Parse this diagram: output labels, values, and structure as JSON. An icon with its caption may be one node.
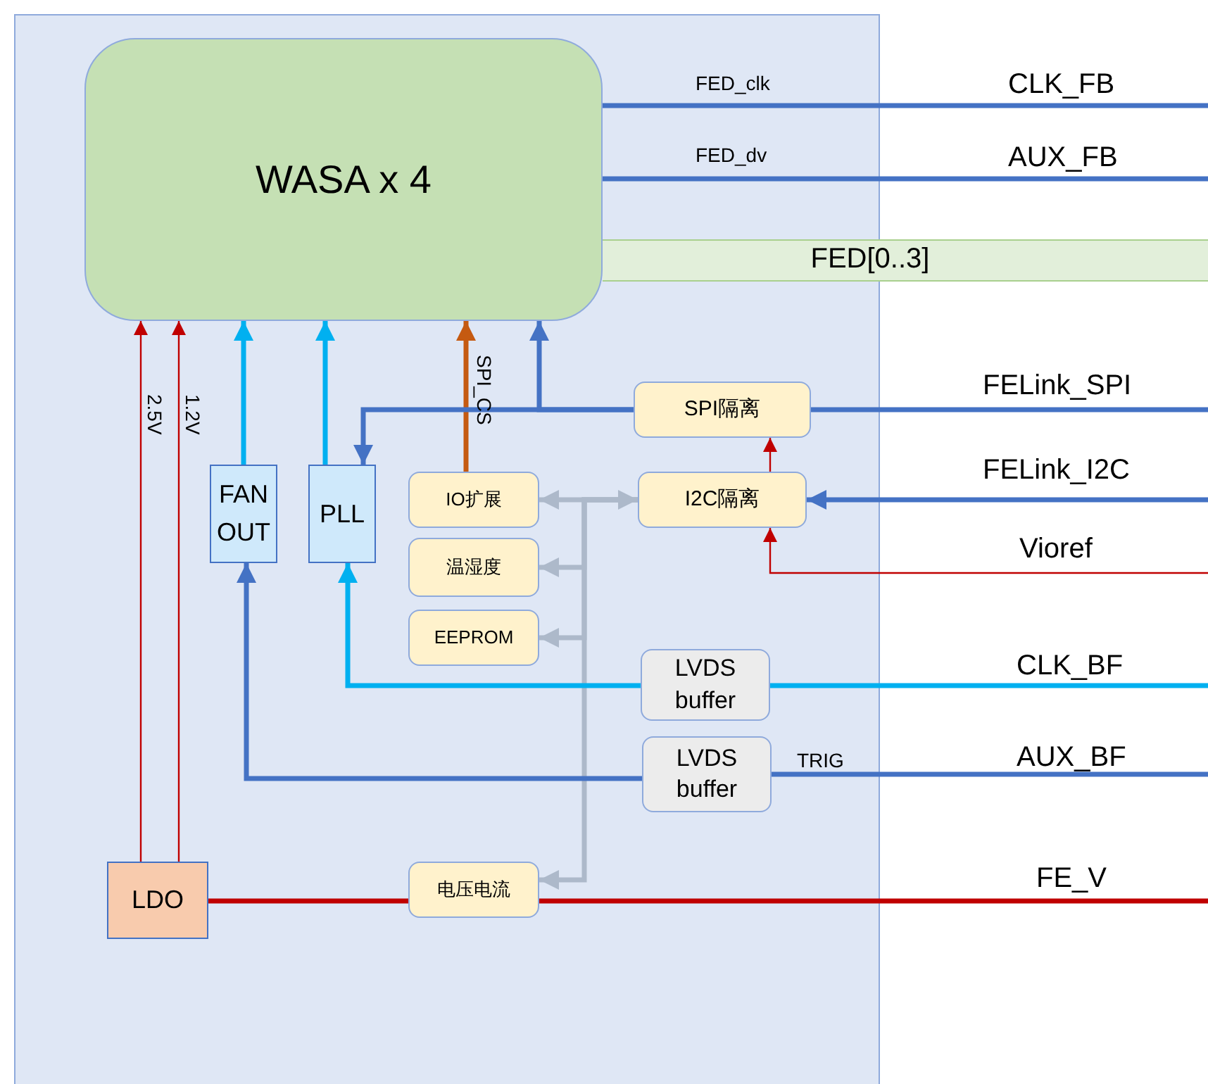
{
  "diagram": {
    "nodes": [
      {
        "text": [
          "WASA x  4"
        ]
      },
      {
        "text": [
          "FAN OUT"
        ]
      },
      {
        "text": [
          "PLL"
        ]
      },
      {
        "text": [
          "IO扩展"
        ]
      },
      {
        "text": [
          "温湿度"
        ]
      },
      {
        "text": [
          "EEPROM"
        ]
      },
      {
        "text": [
          "SPI隔离"
        ]
      },
      {
        "text": [
          "I2C隔离"
        ]
      },
      {
        "text": [
          "LVDS buffer"
        ]
      },
      {
        "text": [
          "LVDS buffer"
        ]
      },
      {
        "text": [
          "LDO"
        ]
      },
      {
        "text": [
          "电压电流"
        ]
      },
      {
        "text": [
          "FED[0..3]"
        ]
      }
    ],
    "edges": [
      {
        "from": 0,
        "to": null,
        "arrow": "none",
        "label": "CLK_FB"
      },
      {
        "from": 0,
        "to": null,
        "arrow": "none",
        "label": "AUX_FB"
      },
      {
        "from": 10,
        "to": 0,
        "arrow": "to",
        "label": "2.5V",
        "color": "#c00000"
      },
      {
        "from": 10,
        "to": 0,
        "arrow": "to",
        "label": "1.2V",
        "color": "#c00000"
      },
      {
        "from": 1,
        "to": 0,
        "arrow": "to",
        "color": "#00b0f0"
      },
      {
        "from": 2,
        "to": 0,
        "arrow": "to",
        "color": "#00b0f0"
      },
      {
        "from": 3,
        "to": 0,
        "arrow": "to",
        "label": "SPI_CS",
        "color": "#c55a11"
      },
      {
        "from": 6,
        "to": 0,
        "arrow": "to"
      },
      {
        "from": 6,
        "to": 2,
        "arrow": "to"
      },
      {
        "from": 6,
        "to": null,
        "arrow": "none",
        "label": "FELink_SPI"
      },
      {
        "from": null,
        "to": 7,
        "arrow": "to",
        "label": "FELink_I2C"
      },
      {
        "from": null,
        "to": 7,
        "arrow": "to",
        "label": "Vioref",
        "color": "#c00000"
      },
      {
        "from": 7,
        "to": 6,
        "arrow": "to",
        "color": "#c00000"
      },
      {
        "from": 7,
        "to": 3,
        "arrow": "both",
        "color": "#adb9ca"
      },
      {
        "from": 7,
        "to": 4,
        "arrow": "to",
        "color": "#adb9ca"
      },
      {
        "from": 7,
        "to": 5,
        "arrow": "to",
        "color": "#adb9ca"
      },
      {
        "from": 7,
        "to": 11,
        "arrow": "to",
        "color": "#adb9ca"
      },
      {
        "from": null,
        "to": 8,
        "arrow": "none",
        "label": "CLK_BF",
        "color": "#00b0f0"
      },
      {
        "from": 8,
        "to": 2,
        "arrow": "to",
        "color": "#00b0f0"
      },
      {
        "from": null,
        "to": 9,
        "arrow": "none",
        "label": "AUX_BF"
      },
      {
        "from": 9,
        "to": 1,
        "arrow": "to"
      },
      {
        "from": 10,
        "to": 11,
        "arrow": "none",
        "color": "#c00000"
      },
      {
        "from": 11,
        "to": null,
        "arrow": "none",
        "label": "FE_V",
        "color": "#c00000"
      }
    ],
    "labels": [
      "FED_clk",
      "FED_dv",
      "TRIG"
    ]
  }
}
